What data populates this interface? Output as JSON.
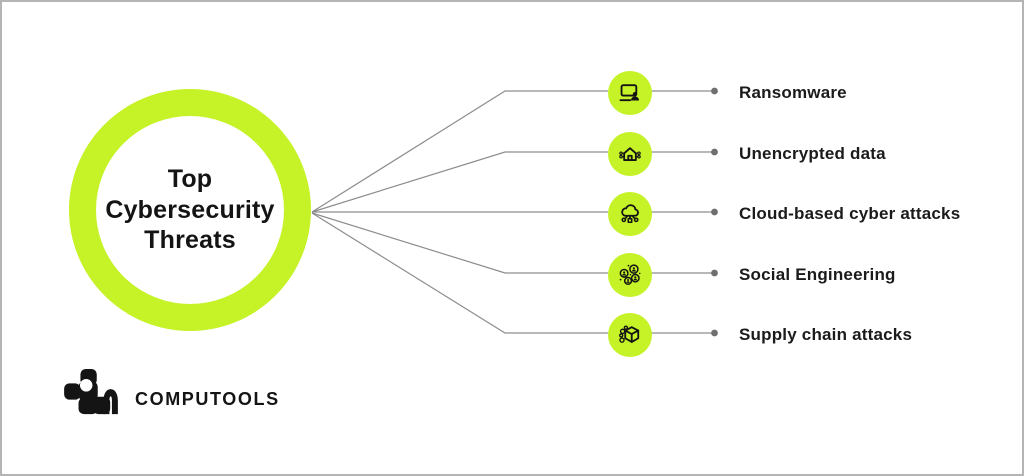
{
  "colors": {
    "accent_green": "#c6f228",
    "line_gray": "#8d8d8d",
    "dot_gray": "#6f6f6f",
    "text_black": "#141414",
    "frame_border": "#b4b4b4"
  },
  "center": {
    "title_lines": [
      "Top",
      "Cybersecurity",
      "Threats"
    ]
  },
  "threats": [
    {
      "label": "Ransomware",
      "icon": "computer-user-icon"
    },
    {
      "label": "Unencrypted data",
      "icon": "connected-home-icon"
    },
    {
      "label": "Cloud-based cyber attacks",
      "icon": "cloud-network-icon"
    },
    {
      "label": "Social Engineering",
      "icon": "people-network-icon"
    },
    {
      "label": "Supply chain attacks",
      "icon": "package-chain-icon"
    }
  ],
  "footer": {
    "brand": "COMPUTOOLS"
  }
}
